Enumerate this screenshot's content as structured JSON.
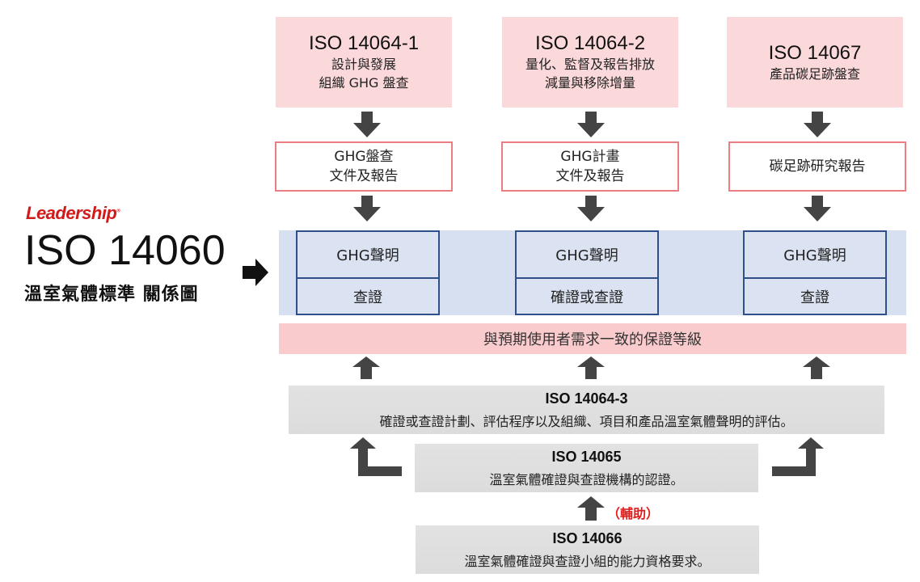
{
  "header": {
    "brand": "Leadership",
    "title": "ISO 14060",
    "subtitle": "溫室氣體標準 關係圖"
  },
  "standards": [
    {
      "code": "ISO 14064-1",
      "desc_lines": [
        "設計與發展",
        "組織 GHG 盤查"
      ]
    },
    {
      "code": "ISO 14064-2",
      "desc_lines": [
        "量化、監督及報告排放",
        "減量與移除增量"
      ]
    },
    {
      "code": "ISO 14067",
      "desc_lines": [
        "產品碳足跡盤查"
      ]
    }
  ],
  "outputs": [
    {
      "lines": [
        "GHG盤查",
        "文件及報告"
      ]
    },
    {
      "lines": [
        "GHG計畫",
        "文件及報告"
      ]
    },
    {
      "lines": [
        "碳足跡研究報告"
      ]
    }
  ],
  "claims": [
    {
      "claim": "GHG聲明",
      "process": "查證"
    },
    {
      "claim": "GHG聲明",
      "process": "確證或查證"
    },
    {
      "claim": "GHG聲明",
      "process": "查證"
    }
  ],
  "assurance": "與預期使用者需求一致的保證等級",
  "iso_14064_3": {
    "code": "ISO 14064-3",
    "desc": "確證或查證計劃、評估程序以及組織、項目和產品溫室氣體聲明的評估。"
  },
  "iso_14065": {
    "code": "ISO 14065",
    "desc": "溫室氣體確證與查證機構的認證。"
  },
  "aux_label": "（輔助）",
  "iso_14066": {
    "code": "ISO 14066",
    "desc": "溫室氣體確證與查證小組的能力資格要求。"
  },
  "colors": {
    "brand_red": "#d21a1a",
    "pink_box": "#fbd9da",
    "pink_border": "#ea7e82",
    "blue_band": "#d7e0f0",
    "blue_border": "#2f4f8a",
    "assurance_pink": "#f9cbcd",
    "grey_box": "#dedede",
    "arrow": "#444444",
    "aux_red": "#e0201f"
  }
}
